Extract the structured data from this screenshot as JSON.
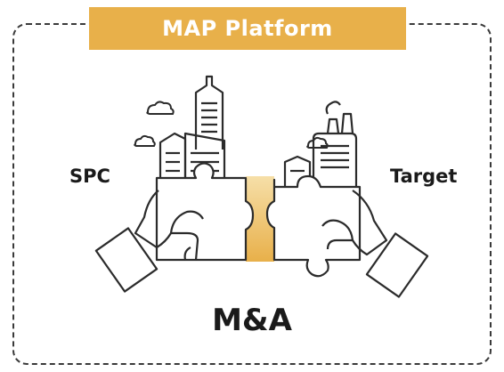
{
  "title": "MAP Platform",
  "left_label": "SPC",
  "right_label": "Target",
  "bottom_label": "M&A",
  "colors": {
    "accent": "#E8B04A",
    "accent_light": "#F6DFA8",
    "line": "#2b2b2b",
    "frame": "#3a3a3a"
  },
  "icons": [
    "city-building-icon",
    "factory-icon",
    "puzzle-piece-icon",
    "hand-icon",
    "cloud-icon"
  ]
}
